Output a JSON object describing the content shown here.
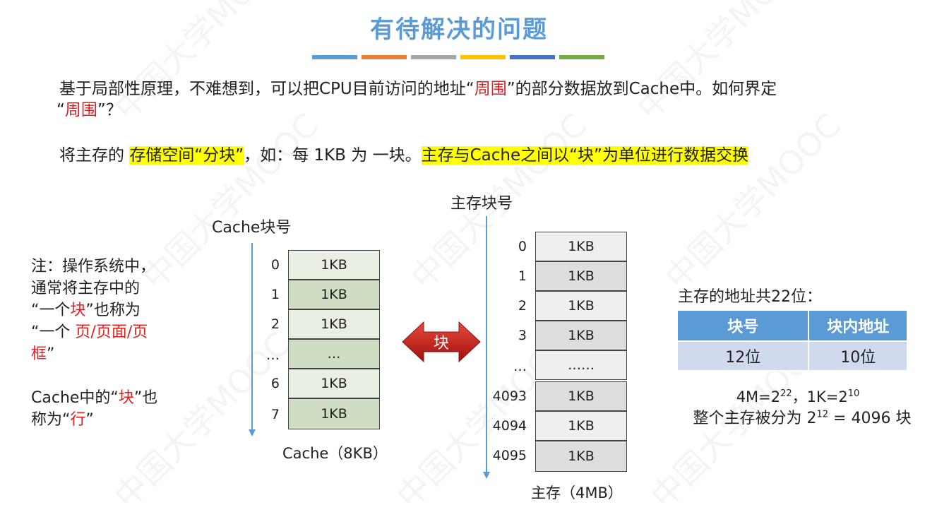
{
  "title": "有待解决的问题",
  "color_bars": [
    "#5b9bd5",
    "#ed7d31",
    "#a5a5a5",
    "#ffc000",
    "#4472c4",
    "#70ad47"
  ],
  "para1": {
    "line1_a": "基于局部性原理，不难想到，可以把CPU目前访问的地址“",
    "line1_red": "周围",
    "line1_b": "”的部分数据放到Cache中。如何界定",
    "line2_a": "“",
    "line2_red": "周围",
    "line2_b": "”？"
  },
  "para2": {
    "a": "将主存的 ",
    "hl1": "存储空间“分块”",
    "b": "，如：每 1KB 为 一块。",
    "hl2": "主存与Cache之间以“块”为单位进行数据交换"
  },
  "note": {
    "l1": "注：操作系统中，",
    "l2": "通常将主存中的",
    "l3_a": "“一个",
    "l3_red": "块",
    "l3_b": "”也称为",
    "l4_a": "“一个 ",
    "l4_red": "页/页面/页",
    "l5_red": "框",
    "l5_b": "”",
    "l6_a": "Cache中的“",
    "l6_red": "块",
    "l6_b": "”也",
    "l7_a": "称为“",
    "l7_red": "行",
    "l7_b": "”"
  },
  "cache": {
    "heading": "Cache块号",
    "caption": "Cache（8KB）",
    "blocks": [
      {
        "label": "0",
        "value": "1KB"
      },
      {
        "label": "1",
        "value": "1KB"
      },
      {
        "label": "2",
        "value": "1KB"
      },
      {
        "label": "…",
        "value": "…"
      },
      {
        "label": "6",
        "value": "1KB"
      },
      {
        "label": "7",
        "value": "1KB"
      }
    ]
  },
  "arrow_label": "块",
  "memory": {
    "heading": "主存块号",
    "caption": "主存（4MB）",
    "blocks": [
      {
        "label": "0",
        "value": "1KB"
      },
      {
        "label": "1",
        "value": "1KB"
      },
      {
        "label": "2",
        "value": "1KB"
      },
      {
        "label": "3",
        "value": "1KB"
      },
      {
        "label": "…",
        "value": "……"
      },
      {
        "label": "4093",
        "value": "1KB"
      },
      {
        "label": "4094",
        "value": "1KB"
      },
      {
        "label": "4095",
        "value": "1KB"
      }
    ]
  },
  "address": {
    "heading": "主存的地址共22位：",
    "col1": "块号",
    "col2": "块内地址",
    "val1": "12位",
    "val2": "10位",
    "formula_a": "4M=2",
    "formula_exp1": "22",
    "formula_b": "，1K=2",
    "formula_exp2": "10",
    "total_a": "整个主存被分为 2",
    "total_exp": "12",
    "total_b": " = 4096 块"
  }
}
